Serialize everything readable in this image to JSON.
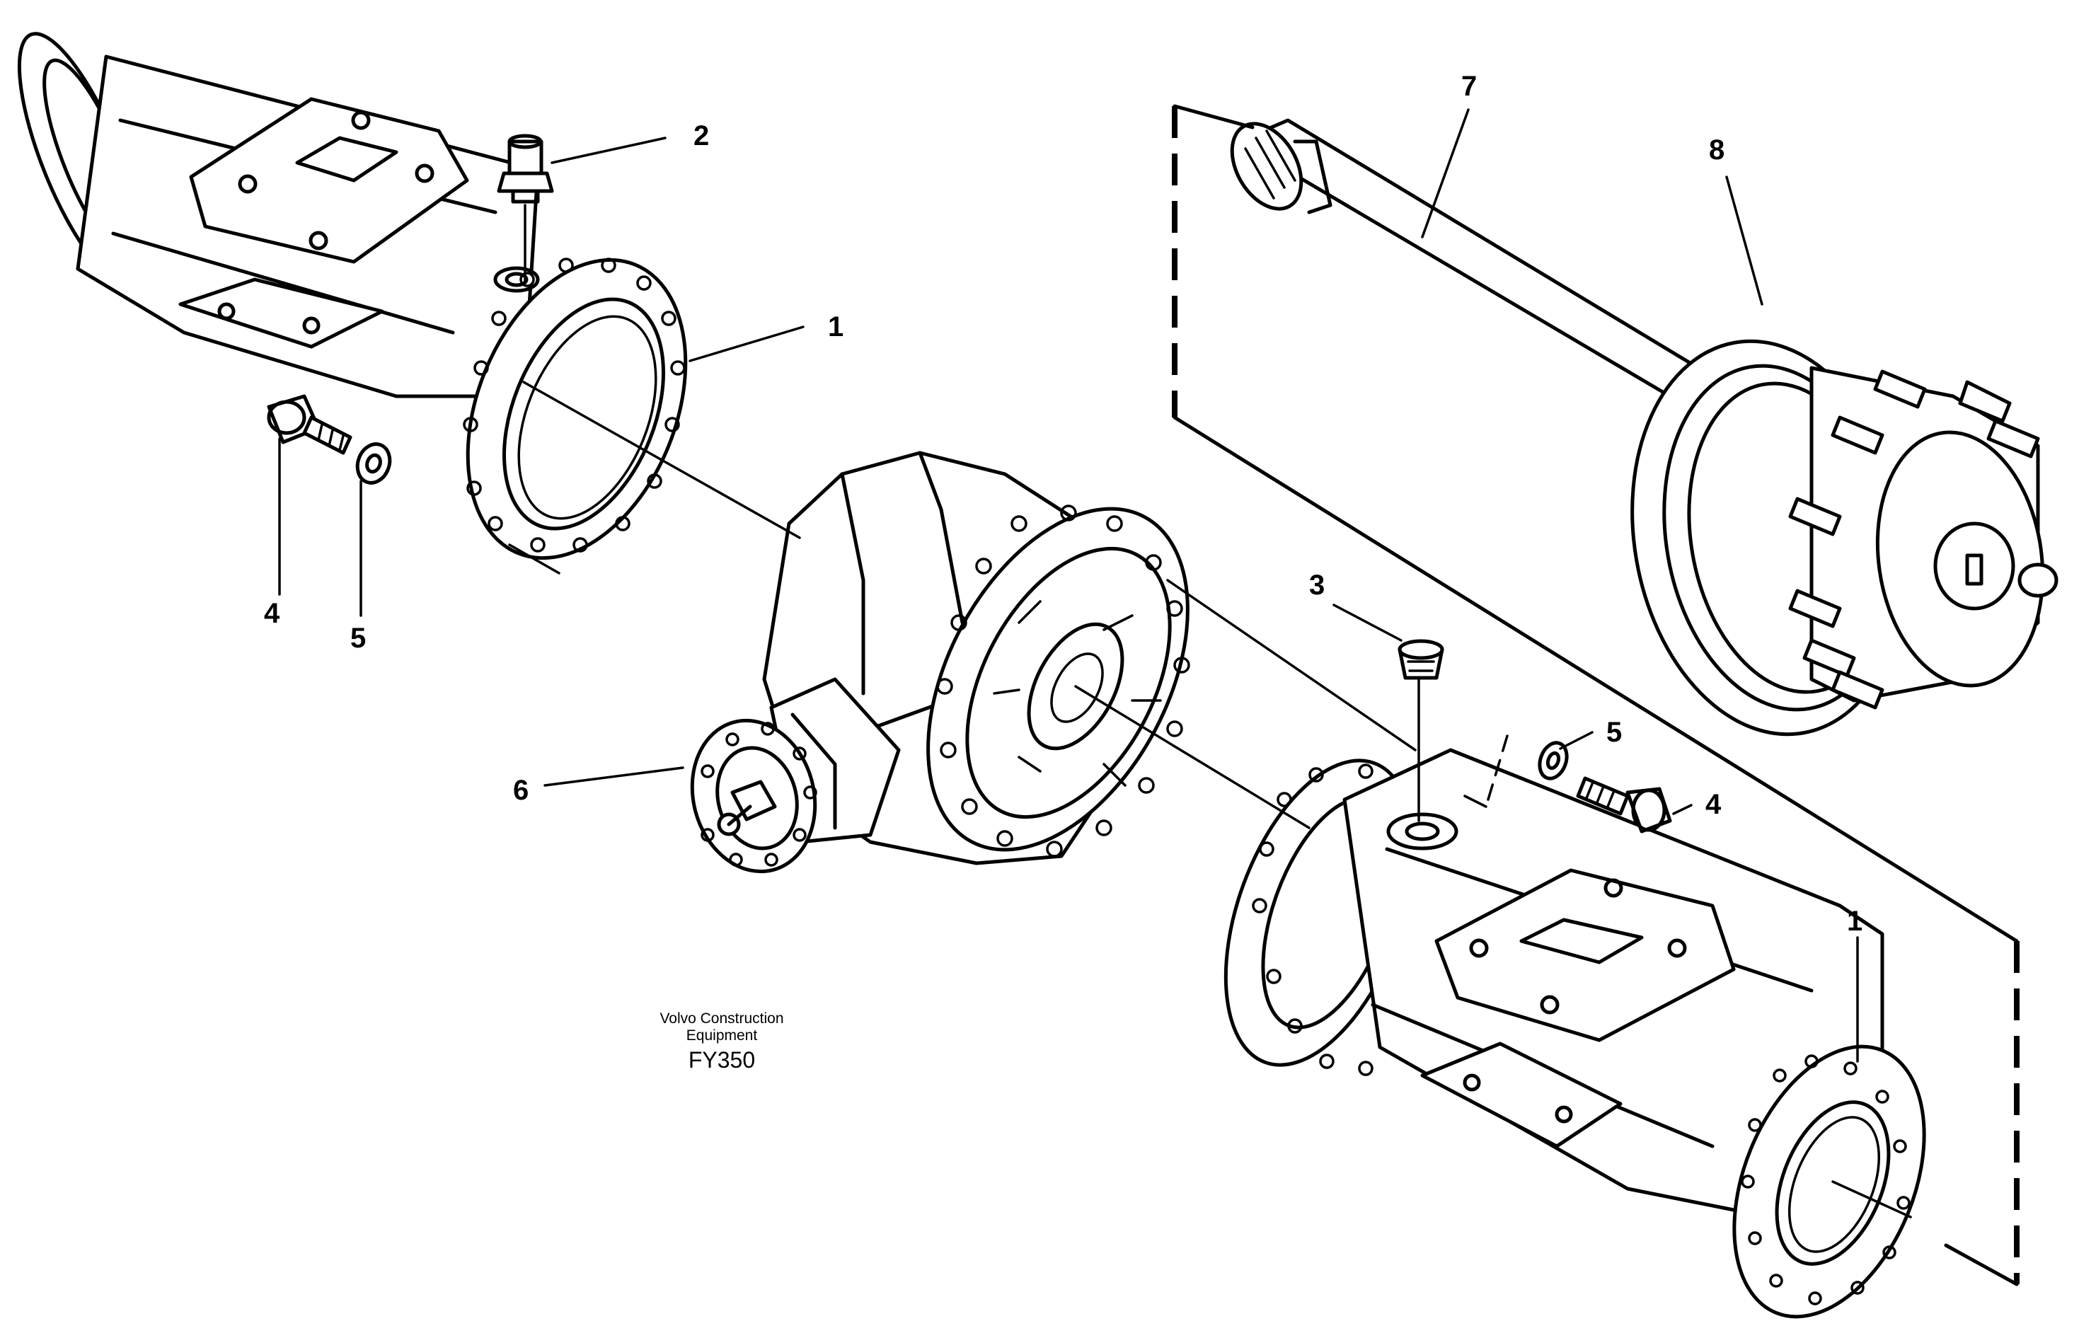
{
  "caption": {
    "line1": "Volvo Construction",
    "line2": "Equipment",
    "code": "FY350"
  },
  "callouts": {
    "left_housing": "1",
    "right_housing": "1",
    "breather_nipple": "2",
    "plug": "3",
    "screw_left": "4",
    "screw_right": "4",
    "washer_left": "5",
    "washer_right": "5",
    "differential": "6",
    "drive_shaft": "7",
    "hub": "8"
  }
}
